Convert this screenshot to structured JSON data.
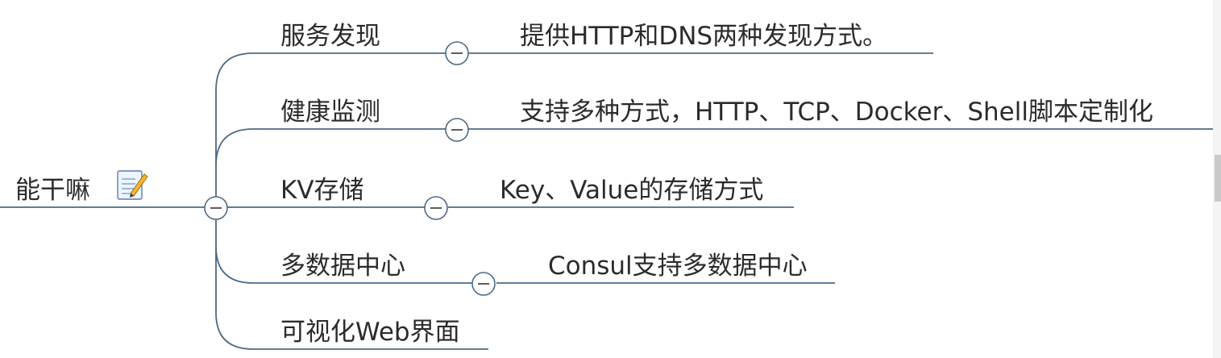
{
  "root": {
    "label": "能干嘛",
    "note_icon": "memo-icon"
  },
  "branches": [
    {
      "label": "服务发现",
      "detail": "提供HTTP和DNS两种发现方式。",
      "collapsed": false
    },
    {
      "label": "健康监测",
      "detail": "支持多种方式，HTTP、TCP、Docker、Shell脚本定制化",
      "collapsed": false
    },
    {
      "label": "KV存储",
      "detail": "Key、Value的存储方式",
      "collapsed": false
    },
    {
      "label": "多数据中心",
      "detail": "Consul支持多数据中心",
      "collapsed": false
    },
    {
      "label": "可视化Web界面",
      "detail": "",
      "collapsed": false
    }
  ],
  "colors": {
    "line": "#4e6a86",
    "text": "#2b2b2b",
    "background": "#ffffff"
  }
}
